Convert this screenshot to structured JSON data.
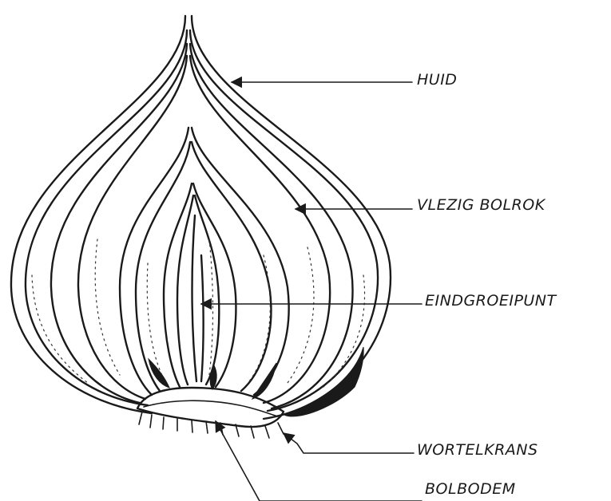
{
  "labels": {
    "huid": "HUID",
    "vlezig_bolrok": "VLEZIG BOLROK",
    "eindgroeipunt": "EINDGROEIPUNT",
    "wortelkrans": "WORTELKRANS",
    "bolbodem": "BOLBODEM"
  },
  "style": {
    "ink": "#1a1a1a",
    "background": "#ffffff"
  }
}
